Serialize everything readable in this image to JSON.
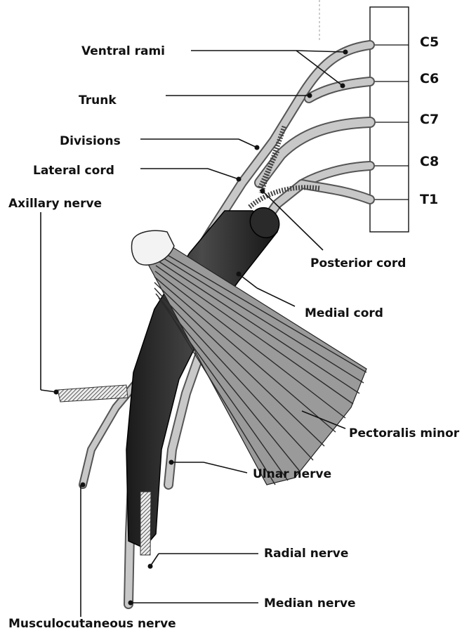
{
  "diagram": {
    "segments": [
      "C5",
      "C6",
      "C7",
      "C8",
      "T1"
    ],
    "labels": {
      "ventral_rami": "Ventral rami",
      "trunk": "Trunk",
      "divisions": "Divisions",
      "lateral_cord": "Lateral cord",
      "axillary_nerve": "Axillary nerve",
      "posterior_cord": "Posterior cord",
      "medial_cord": "Medial cord",
      "pectoralis_minor": "Pectoralis minor",
      "ulnar_nerve": "Ulnar nerve",
      "radial_nerve": "Radial nerve",
      "median_nerve": "Median nerve",
      "musculocutaneous_nerve": "Musculocutaneous nerve"
    }
  }
}
